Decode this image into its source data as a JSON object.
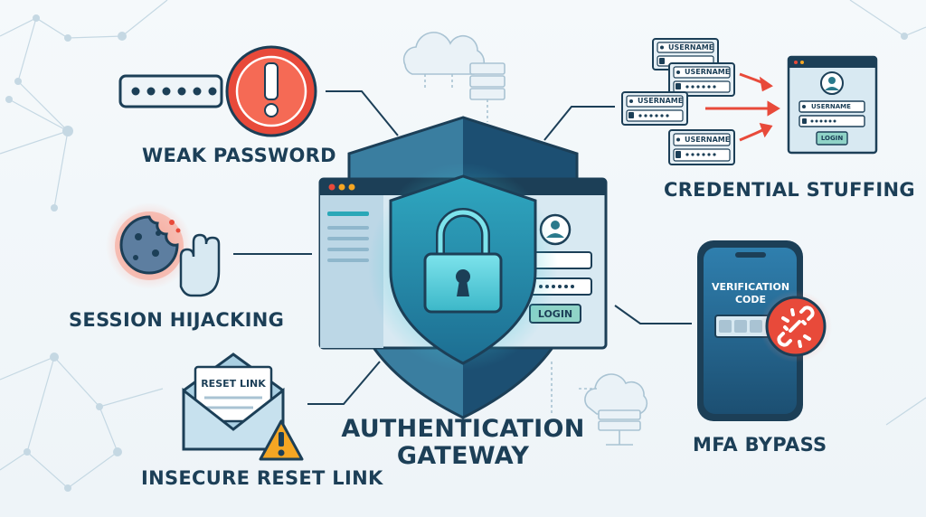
{
  "center": {
    "title_line1": "AUTHENTICATION",
    "title_line2": "GATEWAY",
    "login_button": "LOGIN"
  },
  "threats": {
    "weak_password": {
      "label": "WEAK PASSWORD"
    },
    "session_hijacking": {
      "label": "SESSION HIJACKING"
    },
    "insecure_reset_link": {
      "label": "INSECURE RESET LINK",
      "envelope_text": "RESET LINK"
    },
    "credential_stuffing": {
      "label": "CREDENTIAL STUFFING",
      "card_username": "USERNAME",
      "panel_username": "USERNAME",
      "panel_login": "LOGIN"
    },
    "mfa_bypass": {
      "label": "MFA BYPASS",
      "phone_line1": "VERIFICATION",
      "phone_line2": "CODE"
    }
  },
  "colors": {
    "navy": "#1c3f57",
    "teal": "#2aa8b8",
    "red": "#e84a3a",
    "light_blue": "#d8e9f2",
    "shield_dark": "#1b4f72"
  }
}
